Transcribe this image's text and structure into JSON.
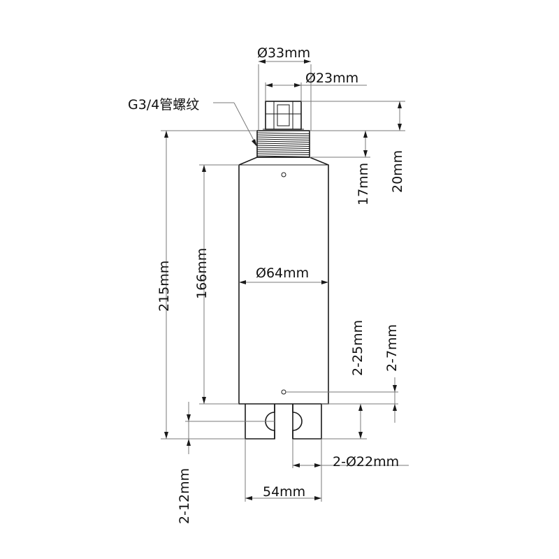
{
  "diagram": {
    "labels": {
      "top_outer_diameter": "Ø33mm",
      "top_inner_diameter": "Ø23mm",
      "thread": "G3/4管螺纹",
      "gland_height": "20mm",
      "thread_height": "17mm",
      "overall_height": "215mm",
      "body_height": "166mm",
      "body_diameter": "Ø64mm",
      "slot_depth": "2-25mm",
      "hole_offset": "2-7mm",
      "slot_width": "2-12mm",
      "slot_round": "2-Ø22mm",
      "base_width": "54mm"
    }
  }
}
